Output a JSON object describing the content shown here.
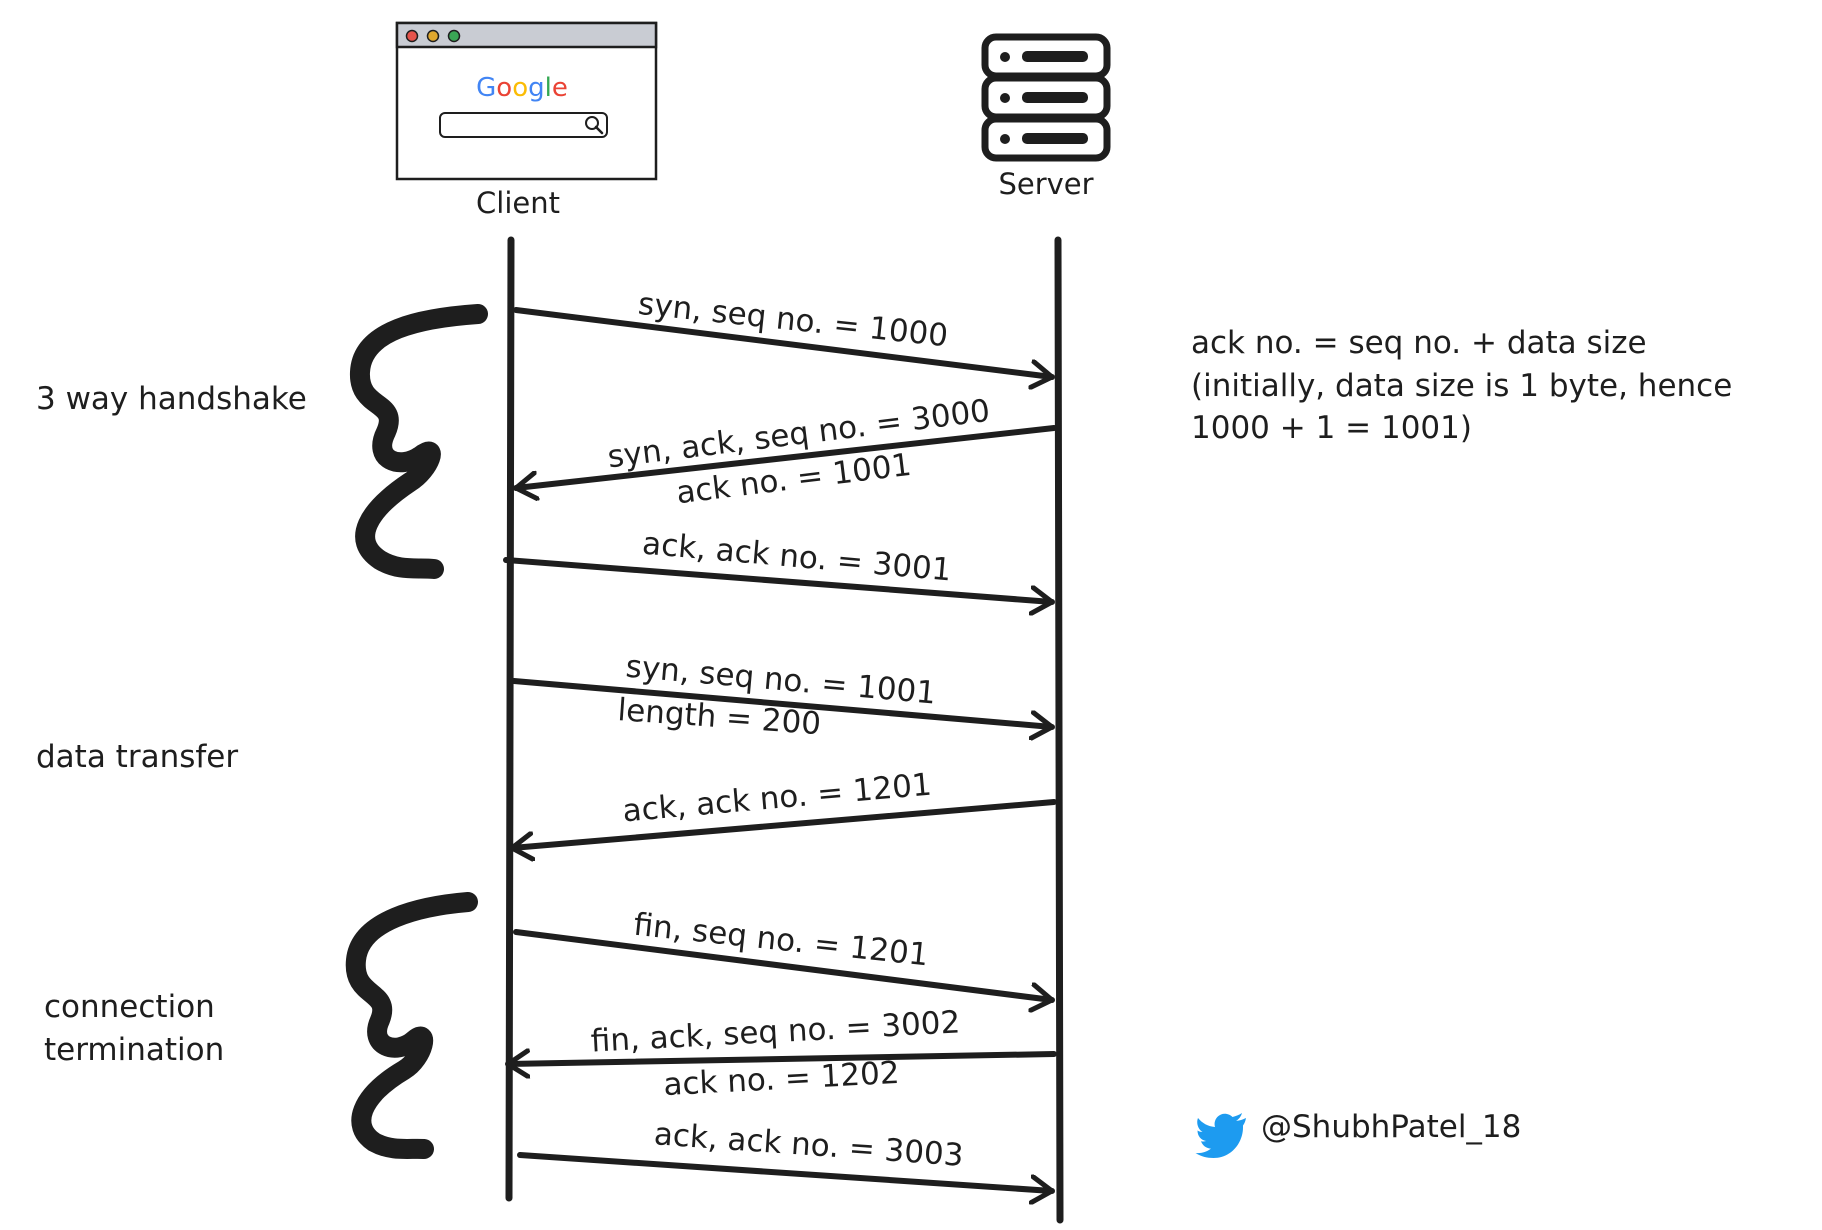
{
  "actors": {
    "client": "Client",
    "server": "Server",
    "browser_logo": "Google"
  },
  "phases": {
    "handshake": "3 way handshake",
    "data_transfer": "data transfer",
    "termination_line1": "connection",
    "termination_line2": "termination"
  },
  "messages": [
    {
      "label": "syn, seq no. = 1000",
      "label2": ""
    },
    {
      "label": "syn, ack, seq no. = 3000",
      "label2": "ack no. = 1001"
    },
    {
      "label": "ack, ack no. = 3001",
      "label2": ""
    },
    {
      "label": "syn, seq no. = 1001",
      "label2": "length = 200"
    },
    {
      "label": "ack, ack no. = 1201",
      "label2": ""
    },
    {
      "label": "fin, seq no. = 1201",
      "label2": ""
    },
    {
      "label": "fin, ack, seq no. = 3002",
      "label2": "ack no. = 1202"
    },
    {
      "label": "ack, ack no. = 3003",
      "label2": ""
    }
  ],
  "note": {
    "line1": "ack no. = seq no. + data size",
    "line2": "(initially, data size is 1 byte, hence",
    "line3": "1000 + 1 = 1001)"
  },
  "credit": {
    "handle": "@ShubhPatel_18",
    "icon": "twitter-bird-icon",
    "color": "#1d9bf0"
  },
  "colors": {
    "ink": "#1e1e1e",
    "browser_bar": "#c9ccd3",
    "dot_red": "#e5534b",
    "dot_yellow": "#e0a82e",
    "dot_green": "#3aa655",
    "google_blue": "#4285f4",
    "google_red": "#ea4335",
    "google_yellow": "#fbbc05",
    "google_green": "#34a853"
  }
}
